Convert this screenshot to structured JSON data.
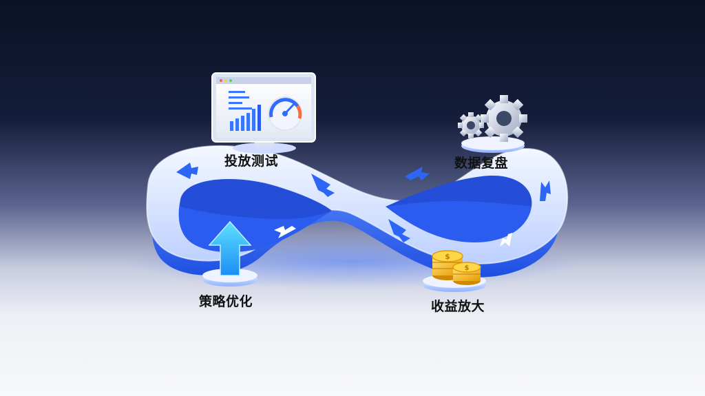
{
  "diagram": {
    "type": "infinity-loop",
    "stages": {
      "test": "投放测试",
      "review": "数据复盘",
      "optimize": "策略优化",
      "revenue": "收益放大"
    },
    "icons": {
      "test": "monitor-dashboard-icon",
      "review": "gears-icon",
      "optimize": "up-arrow-icon",
      "revenue": "coin-stack-icon"
    },
    "colors": {
      "loop_top": "#e8f0ff",
      "loop_inner": "#2f6bff",
      "arrow": "#2d66f5",
      "coin": "#f5b800",
      "up_arrow": "#18c3ff"
    }
  }
}
